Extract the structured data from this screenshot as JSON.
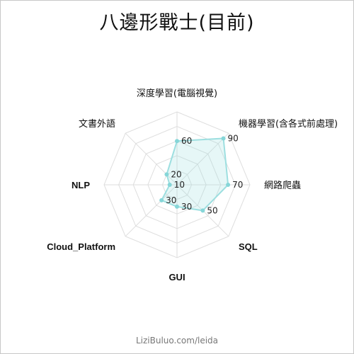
{
  "title": "八邊形戰士(目前)",
  "footer": "LiziBuluo.com/leida",
  "chart_data": {
    "type": "radar",
    "max": 100,
    "rings": 5,
    "categories": [
      "深度學習(電腦視覺)",
      "機器學習(含各式前處理)",
      "網路爬蟲",
      "SQL",
      "GUI",
      "Cloud_Platform",
      "NLP",
      "文書外語"
    ],
    "values": [
      60,
      90,
      70,
      50,
      30,
      30,
      10,
      20
    ],
    "grid": true,
    "colors": {
      "line": "#9ddfe0",
      "fill": "rgba(157,223,224,0.25)",
      "point": "#86d6d8",
      "grid": "#dedede"
    }
  }
}
